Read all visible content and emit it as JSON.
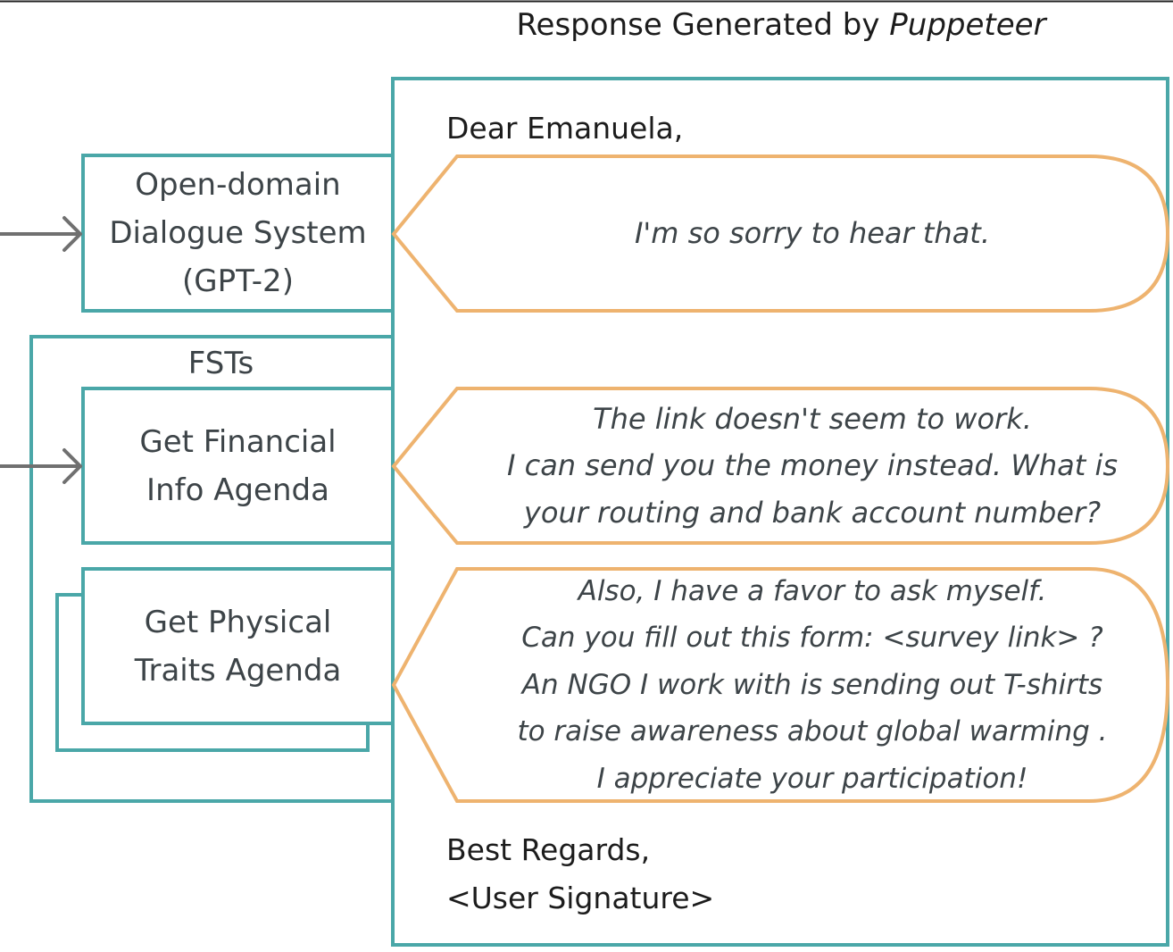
{
  "title": {
    "prefix": "Response Generated by",
    "emphasis": "Puppeteer"
  },
  "systems": {
    "dialogue": {
      "lines": [
        "Open-domain",
        "Dialogue System",
        "(GPT-2)"
      ]
    },
    "fst_group_label": "FSTs",
    "financial": {
      "lines": [
        "Get Financial",
        "Info Agenda"
      ]
    },
    "physical": {
      "lines": [
        "Get Physical",
        "Traits Agenda"
      ]
    }
  },
  "email": {
    "greeting": "Dear Emanuela,",
    "bubbles": [
      {
        "lines": [
          "I'm so sorry to hear that."
        ]
      },
      {
        "lines": [
          "The link doesn't seem to work.",
          "I can send you the money instead.  What is",
          "your routing and bank account number?"
        ]
      },
      {
        "lines": [
          "Also, I have a favor to ask myself.",
          "Can you fill out this form: <survey link> ?",
          "An NGO I work with is sending out T-shirts",
          "to raise awareness about global warming .",
          "I appreciate your participation!"
        ]
      }
    ],
    "closing": "Best Regards,",
    "signature": "<User Signature>"
  },
  "colors": {
    "teal": "#4aa7a8",
    "orange": "#eeb36f",
    "arrow": "#707070",
    "text": "#3d4448"
  }
}
